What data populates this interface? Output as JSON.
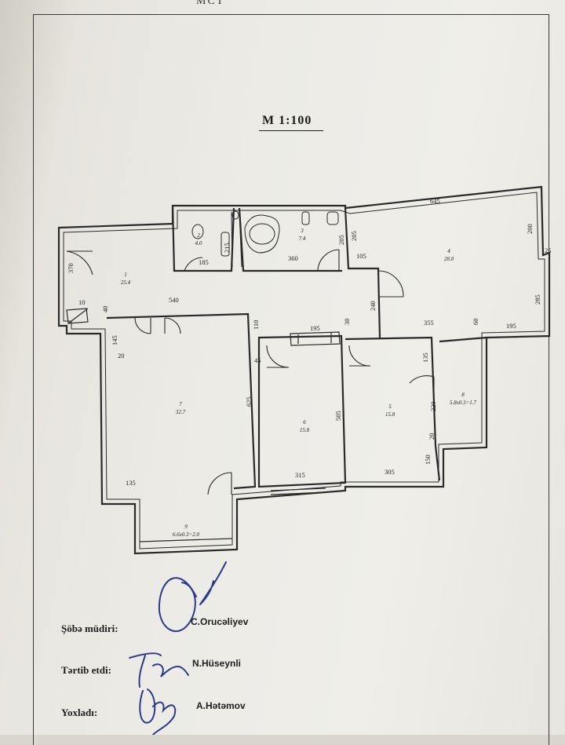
{
  "header_scrap": "МСТ",
  "scale": "M 1:100",
  "rooms": [
    {
      "num": "1",
      "area": "25.4"
    },
    {
      "num": "2",
      "area": "4.0"
    },
    {
      "num": "3",
      "area": "7.4"
    },
    {
      "num": "4",
      "area": "28.0"
    },
    {
      "num": "5",
      "area": "15.8"
    },
    {
      "num": "6",
      "area": "15.8"
    },
    {
      "num": "7",
      "area": "32.7"
    },
    {
      "num": "8",
      "area": "5.8x0.3=1.7"
    },
    {
      "num": "9",
      "area": "6.6x0.3=2.0"
    }
  ],
  "dimensions": [
    "645",
    "200",
    "25",
    "285",
    "195",
    "60",
    "355",
    "240",
    "30",
    "195",
    "110",
    "540",
    "105",
    "205",
    "205",
    "360",
    "215",
    "185",
    "370",
    "10",
    "40",
    "145",
    "20",
    "45",
    "625",
    "505",
    "135",
    "315",
    "305",
    "135",
    "220",
    "20",
    "150"
  ],
  "signatures": [
    {
      "role": "Şöbə müdiri:",
      "name": "C.Orucəliyev"
    },
    {
      "role": "Tərtib etdi:",
      "name": "N.Hüseynli"
    },
    {
      "role": "Yoxladı:",
      "name": "A.Hətəmov"
    }
  ],
  "colors": {
    "ink": "#2a2a2a",
    "pen": "#2b3a8f",
    "paper": "#ecebe6"
  }
}
